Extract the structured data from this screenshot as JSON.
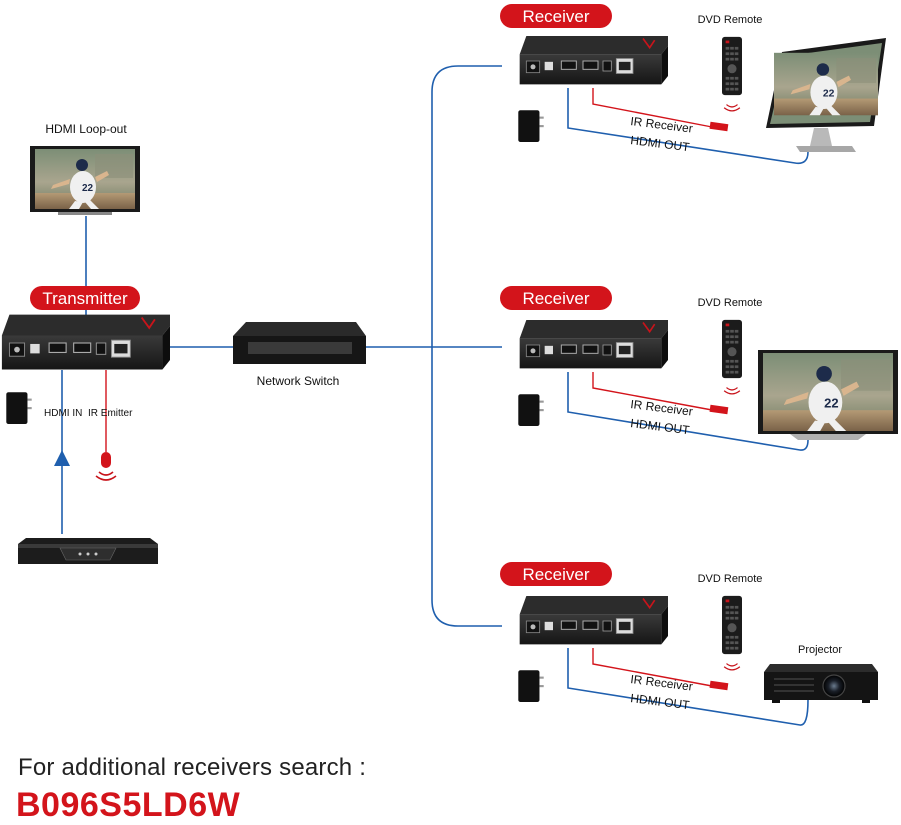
{
  "transmitter": {
    "title": "Transmitter",
    "loopout_label": "HDMI Loop-out",
    "hdmi_in_label": "HDMI IN",
    "ir_emitter_label": "IR Emitter"
  },
  "switch": {
    "label": "Network Switch"
  },
  "receivers": [
    {
      "title": "Receiver",
      "remote_label": "DVD Remote",
      "ir_label": "IR Receiver",
      "out_label": "HDMI OUT",
      "display": "tv"
    },
    {
      "title": "Receiver",
      "remote_label": "DVD Remote",
      "ir_label": "IR Receiver",
      "out_label": "HDMI OUT",
      "display": "tv"
    },
    {
      "title": "Receiver",
      "remote_label": "DVD Remote",
      "ir_label": "IR Receiver",
      "out_label": "HDMI OUT",
      "display": "projector",
      "display_label": "Projector"
    }
  ],
  "footer": {
    "search_text": "For additional receivers search :",
    "asin": "B096S5LD6W"
  },
  "colors": {
    "accent_red": "#d3141b",
    "cable_blue": "#1f5fae"
  }
}
